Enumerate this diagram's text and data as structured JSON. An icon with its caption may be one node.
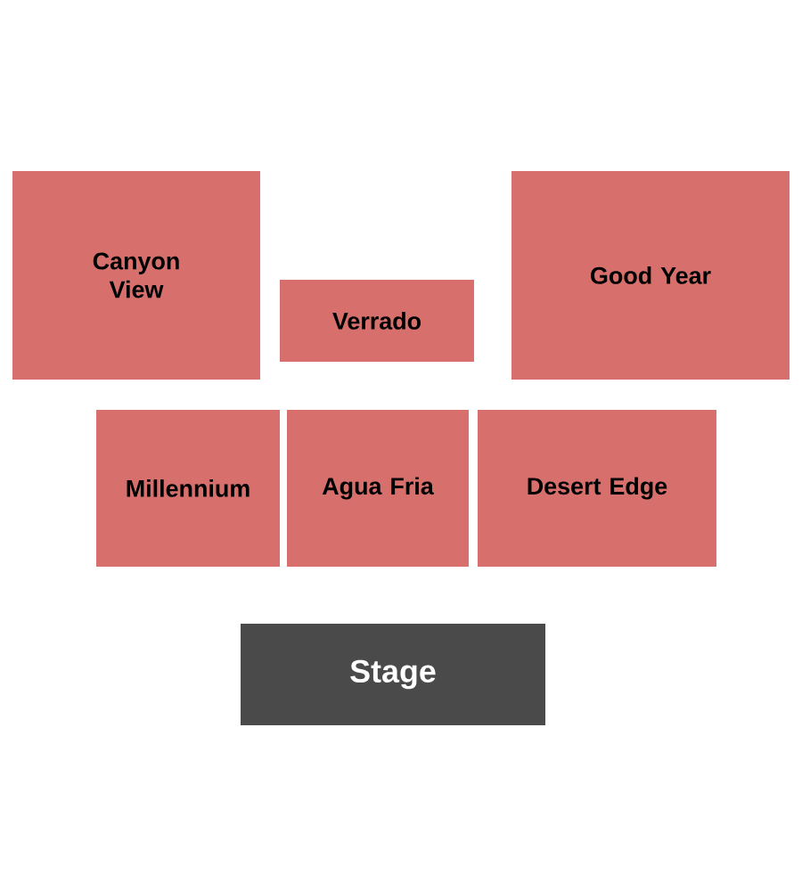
{
  "diagram": {
    "nodes": [
      {
        "text": [
          "Canyon View"
        ]
      },
      {
        "text": [
          "Verrado"
        ]
      },
      {
        "text": [
          "Good Year"
        ]
      },
      {
        "text": [
          "Millennium"
        ]
      },
      {
        "text": [
          "Agua Fria"
        ]
      },
      {
        "text": [
          "Desert Edge"
        ]
      },
      {
        "text": [
          "Stage"
        ]
      }
    ],
    "edges": []
  }
}
